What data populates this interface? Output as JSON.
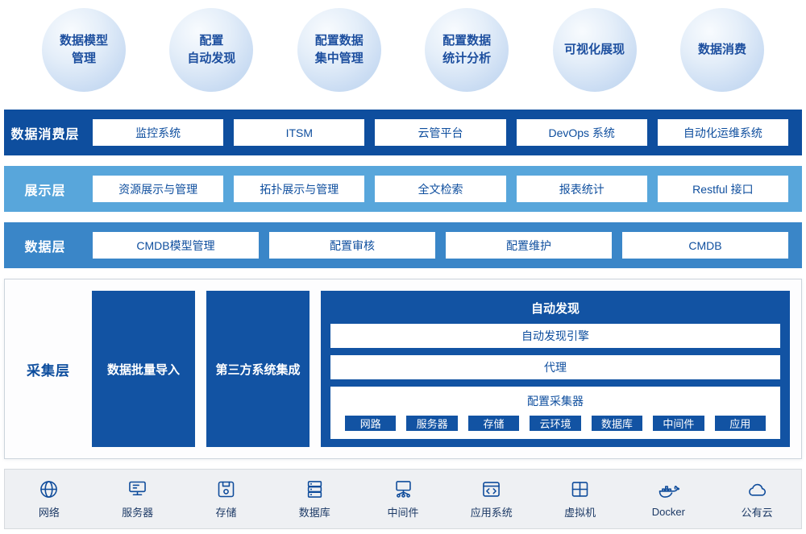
{
  "colors": {
    "dark_blue_band": "#0e4e9e",
    "light_blue_band": "#58a6db",
    "mid_blue_band": "#3a86c8",
    "panel_blue": "#1253a3",
    "bubble_fill": "#d6e5f6",
    "bubble_text": "#1d4f9f",
    "bottom_bar_bg": "#eef0f3",
    "bottom_text": "#1d3a66"
  },
  "bubbles": [
    {
      "label": "数据模型管理",
      "lines": [
        "数据模型",
        "管理"
      ]
    },
    {
      "label": "配置自动发现",
      "lines": [
        "配置",
        "自动发现"
      ]
    },
    {
      "label": "配置数据集中管理",
      "lines": [
        "配置数据",
        "集中管理"
      ]
    },
    {
      "label": "配置数据统计分析",
      "lines": [
        "配置数据",
        "统计分析"
      ]
    },
    {
      "label": "可视化展现",
      "lines": [
        "可视化展现"
      ]
    },
    {
      "label": "数据消费",
      "lines": [
        "数据消费"
      ]
    }
  ],
  "layers": [
    {
      "name": "数据消费层",
      "items": [
        "监控系统",
        "ITSM",
        "云管平台",
        "DevOps 系统",
        "自动化运维系统"
      ]
    },
    {
      "name": "展示层",
      "items": [
        "资源展示与管理",
        "拓扑展示与管理",
        "全文检索",
        "报表统计",
        "Restful 接口"
      ]
    },
    {
      "name": "数据层",
      "items": [
        "CMDB模型管理",
        "配置审核",
        "配置维护",
        "CMDB"
      ]
    }
  ],
  "collection": {
    "name": "采集层",
    "pillars": [
      "数据批量导入",
      "第三方系统集成"
    ],
    "discovery": {
      "title": "自动发现",
      "rows": [
        "自动发现引擎",
        "代理"
      ],
      "collector": {
        "title": "配置采集器",
        "items": [
          "网路",
          "服务器",
          "存储",
          "云环境",
          "数据库",
          "中间件",
          "应用"
        ]
      }
    }
  },
  "bottom_bar": {
    "items": [
      {
        "label": "网络",
        "icon": "network-icon"
      },
      {
        "label": "服务器",
        "icon": "server-icon"
      },
      {
        "label": "存储",
        "icon": "storage-icon"
      },
      {
        "label": "数据库",
        "icon": "database-icon"
      },
      {
        "label": "中间件",
        "icon": "middleware-icon"
      },
      {
        "label": "应用系统",
        "icon": "app-system-icon"
      },
      {
        "label": "虚拟机",
        "icon": "vm-icon"
      },
      {
        "label": "Docker",
        "icon": "docker-icon"
      },
      {
        "label": "公有云",
        "icon": "public-cloud-icon"
      }
    ]
  }
}
